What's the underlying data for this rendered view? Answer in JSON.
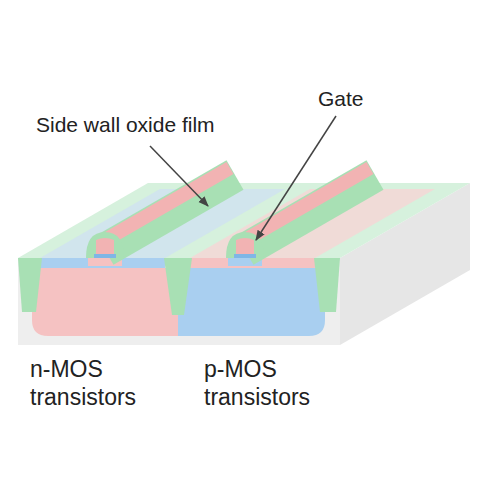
{
  "diagram": {
    "labels": [
      "Side wall oxide film",
      "Gate",
      "n-MOS transistors",
      "p-MOS transistors"
    ]
  }
}
